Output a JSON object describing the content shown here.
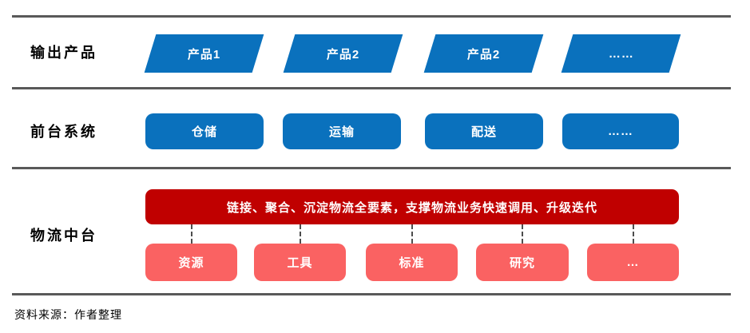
{
  "rows": [
    {
      "label": "输出产品",
      "items": [
        {
          "label": "产品1"
        },
        {
          "label": "产品2"
        },
        {
          "label": "产品2"
        },
        {
          "label": "……"
        }
      ]
    },
    {
      "label": "前台系统",
      "items": [
        {
          "label": "仓储"
        },
        {
          "label": "运输"
        },
        {
          "label": "配送"
        },
        {
          "label": "……"
        }
      ]
    },
    {
      "label": "物流中台",
      "banner": "链接、聚合、沉淀物流全要素，支撑物流业务快速调用、升级迭代",
      "items": [
        {
          "label": "资源"
        },
        {
          "label": "工具"
        },
        {
          "label": "标准"
        },
        {
          "label": "研究"
        },
        {
          "label": "…"
        }
      ]
    }
  ],
  "source_note": "资料来源：作者整理",
  "colors": {
    "blue": "#0A71BD",
    "dark_red": "#C00000",
    "light_red": "#FA6262",
    "divider": "#595959"
  }
}
